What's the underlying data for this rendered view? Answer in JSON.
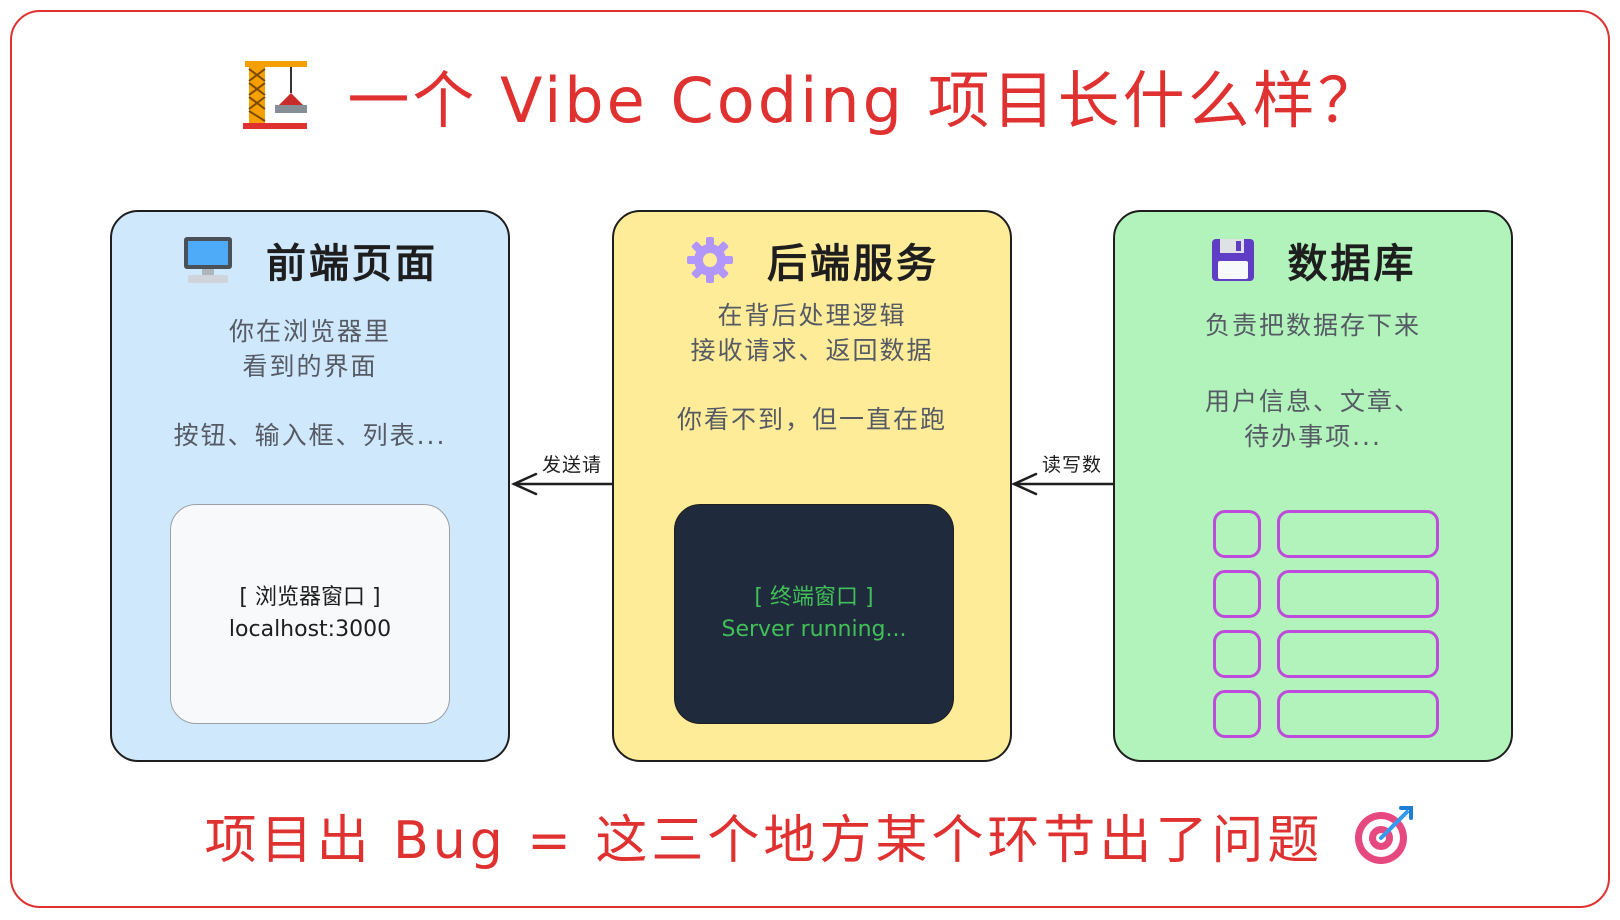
{
  "title": "一个 Vibe Coding 项目长什么样？",
  "title_icon": "construction-crane-icon",
  "frontend": {
    "heading": "前端页面",
    "icon": "desktop-computer-icon",
    "desc_line1": "你在浏览器里",
    "desc_line2": "看到的界面",
    "desc_line3": "按钮、输入框、列表...",
    "window_line1": "[ 浏览器窗口 ]",
    "window_line2": "localhost:3000"
  },
  "backend": {
    "heading": "后端服务",
    "icon": "gear-icon",
    "desc_line1": "在背后处理逻辑",
    "desc_line2": "接收请求、返回数据",
    "desc_line3": "你看不到，但一直在跑",
    "terminal_line1": "[ 终端窗口 ]",
    "terminal_line2": "Server running..."
  },
  "database": {
    "heading": "数据库",
    "icon": "floppy-disk-icon",
    "desc_line1": "负责把数据存下来",
    "desc_line2": "用户信息、文章、",
    "desc_line3": "待办事项..."
  },
  "arrows": {
    "backend_to_frontend": "发送请",
    "database_to_backend": "读写数"
  },
  "footer": "项目出 Bug = 这三个地方某个环节出了问题",
  "footer_icon": "bullseye-target-icon",
  "colors": {
    "accent_red": "#e03131",
    "frontend_bg": "#cfe8fc",
    "backend_bg": "#ffec99",
    "database_bg": "#b2f2bb",
    "terminal_bg": "#1f2a3d",
    "terminal_text": "#40c057",
    "table_outline": "#be4bdb"
  }
}
